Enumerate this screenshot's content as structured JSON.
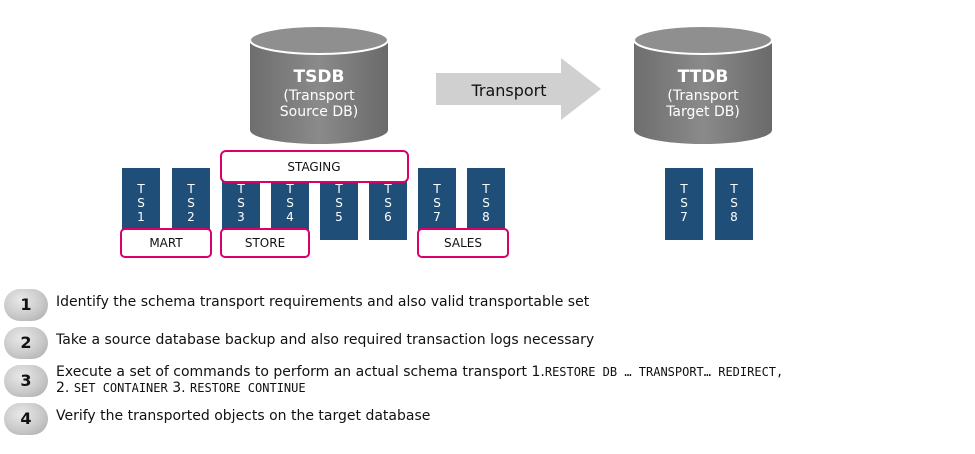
{
  "source_db": {
    "title": "TSDB",
    "subtitle_1": "(Transport",
    "subtitle_2": "Source DB)"
  },
  "target_db": {
    "title": "TTDB",
    "subtitle_1": "(Transport",
    "subtitle_2": "Target DB)"
  },
  "arrow_label": "Transport",
  "source_tablespaces": [
    [
      "T",
      "S",
      "1"
    ],
    [
      "T",
      "S",
      "2"
    ],
    [
      "T",
      "S",
      "3"
    ],
    [
      "T",
      "S",
      "4"
    ],
    [
      "T",
      "S",
      "5"
    ],
    [
      "T",
      "S",
      "6"
    ],
    [
      "T",
      "S",
      "7"
    ],
    [
      "T",
      "S",
      "8"
    ]
  ],
  "target_tablespaces": [
    [
      "T",
      "S",
      "7"
    ],
    [
      "T",
      "S",
      "8"
    ]
  ],
  "schemas": {
    "staging": "STAGING",
    "mart": "MART",
    "store": "STORE",
    "sales": "SALES"
  },
  "steps": [
    {
      "number": "1",
      "text": "Identify the schema transport requirements and also valid  transportable set"
    },
    {
      "number": "2",
      "text": "Take a source database backup and also required transaction logs necessary"
    },
    {
      "number": "3",
      "text_line1": "Execute a set of commands to perform an actual schema transport 1.",
      "cmd1": "RESTORE DB … TRANSPORT… REDIRECT,",
      "num2": "2.",
      "cmd2": "SET CONTAINER",
      "num3": "3.",
      "cmd3": "RESTORE CONTINUE"
    },
    {
      "number": "4",
      "text": "Verify the transported objects on the target database"
    }
  ],
  "colors": {
    "cylinder": "#7f7f7f",
    "tablespace": "#1f4e79",
    "schema_border": "#d9006c",
    "arrow": "#d0d0d0"
  }
}
